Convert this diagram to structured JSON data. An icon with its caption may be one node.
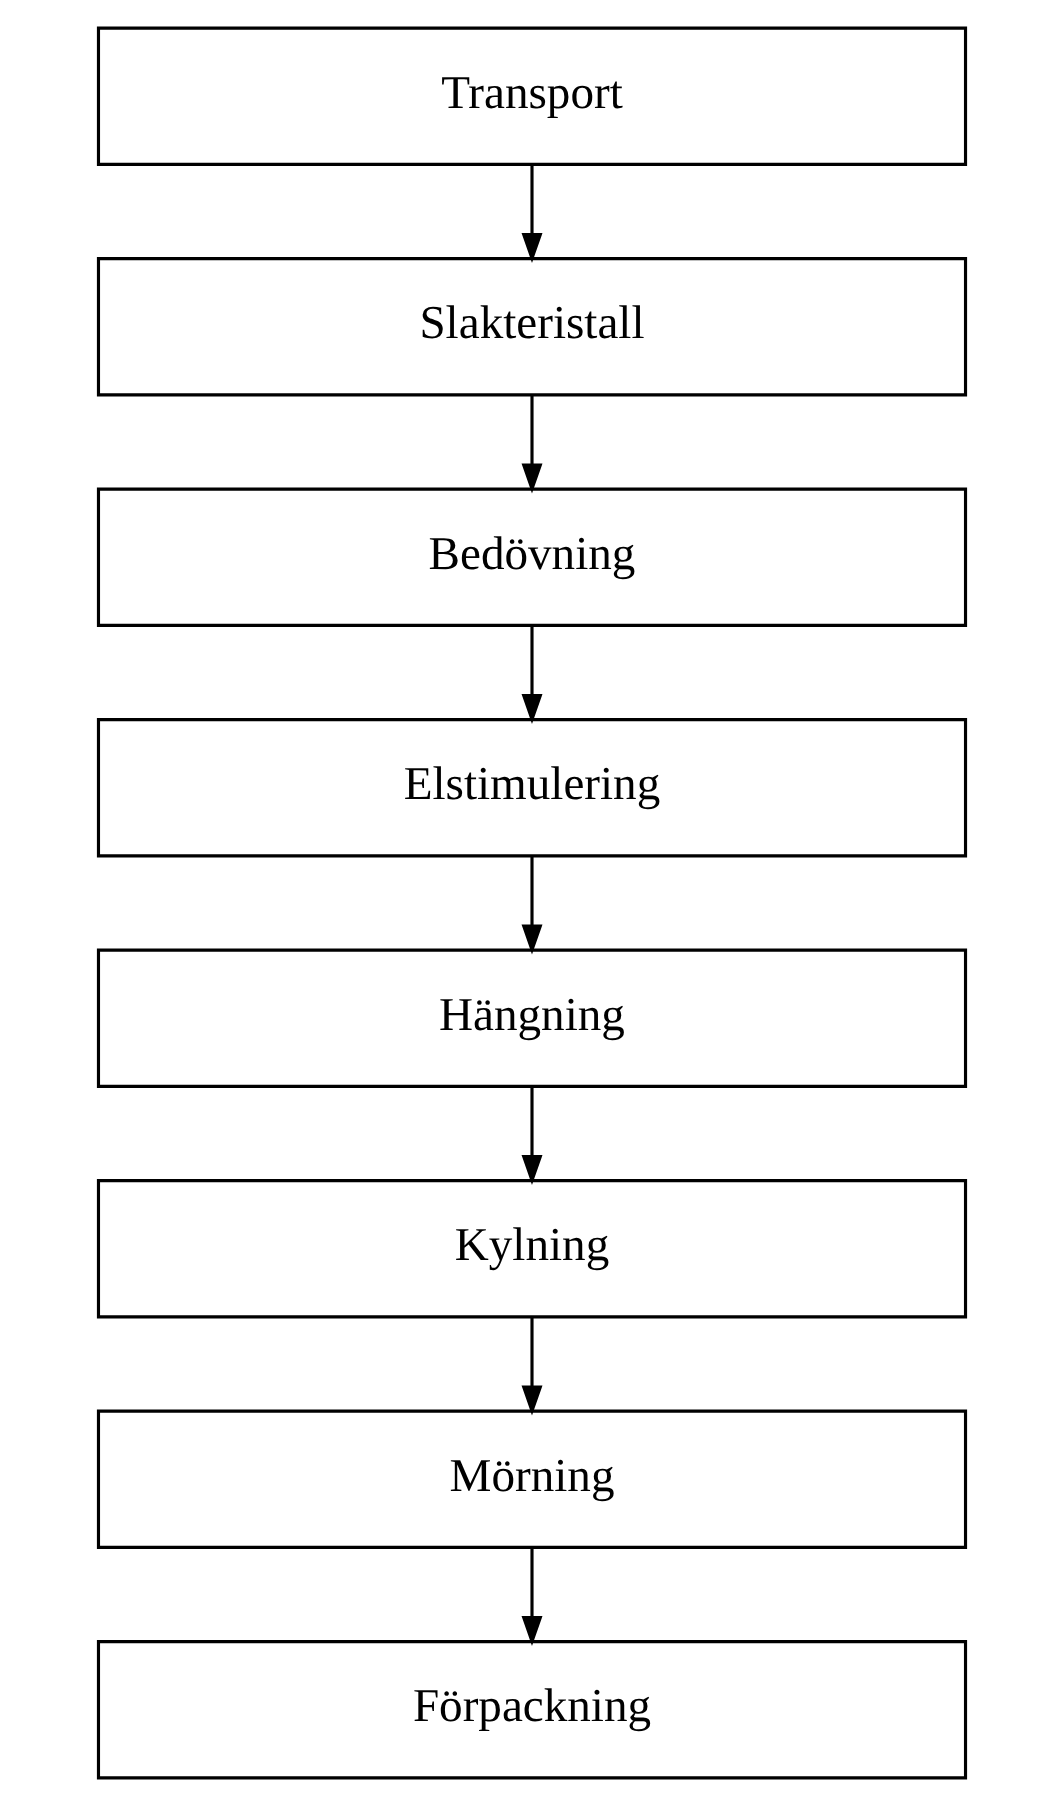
{
  "diagram": {
    "nodes": [
      {
        "text": [
          "Transport"
        ]
      },
      {
        "text": [
          "Slakteristall"
        ]
      },
      {
        "text": [
          "Bedövning"
        ]
      },
      {
        "text": [
          "Elstimulering"
        ]
      },
      {
        "text": [
          "Hängning"
        ]
      },
      {
        "text": [
          "Kylning"
        ]
      },
      {
        "text": [
          "Mörning"
        ]
      },
      {
        "text": [
          "Förpackning"
        ]
      }
    ],
    "edges": [
      {
        "from": 0,
        "to": 1,
        "arrow": "to"
      },
      {
        "from": 1,
        "to": 2,
        "arrow": "to"
      },
      {
        "from": 2,
        "to": 3,
        "arrow": "to"
      },
      {
        "from": 3,
        "to": 4,
        "arrow": "to"
      },
      {
        "from": 4,
        "to": 5,
        "arrow": "to"
      },
      {
        "from": 5,
        "to": 6,
        "arrow": "to"
      },
      {
        "from": 6,
        "to": 7,
        "arrow": "to"
      }
    ]
  }
}
